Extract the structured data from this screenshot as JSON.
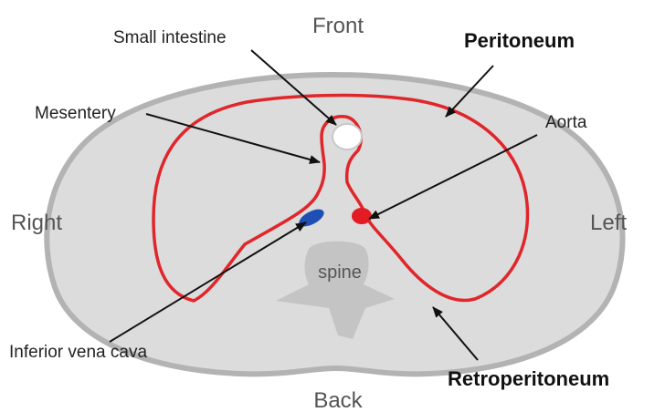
{
  "directions": {
    "front": "Front",
    "back": "Back",
    "right": "Right",
    "left": "Left"
  },
  "labels": {
    "small_intestine": "Small intestine",
    "peritoneum": "Peritoneum",
    "mesentery": "Mesentery",
    "aorta": "Aorta",
    "spine": "spine",
    "inferior_vena_cava": "Inferior vena cava",
    "retroperitoneum": "Retroperitoneum"
  },
  "colors": {
    "body_fill": "#dcdcdc",
    "body_outline": "#b3b3b3",
    "peritoneum_line": "#e0262b",
    "aorta": "#e31b23",
    "vena_cava": "#1f4fb3",
    "spine_fill": "#c4c4c4",
    "arrow": "#111111"
  }
}
